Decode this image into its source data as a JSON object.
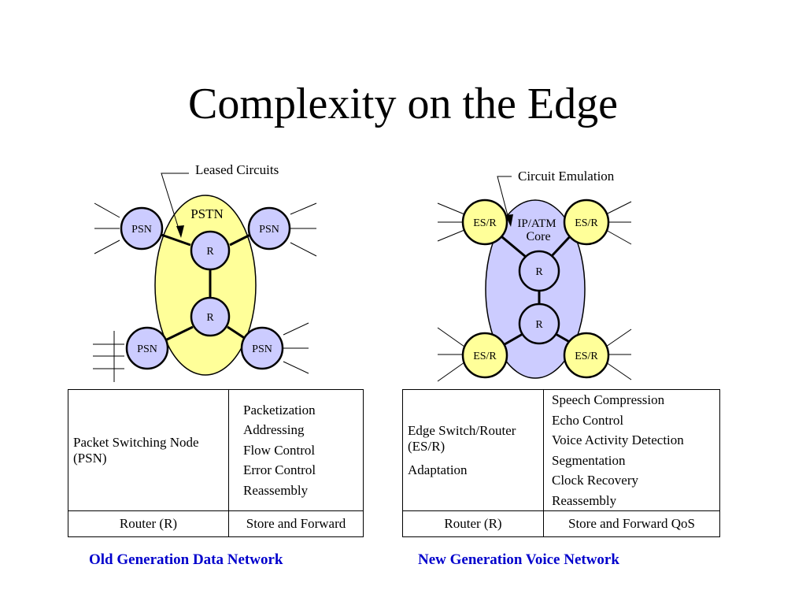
{
  "title": "Complexity on the Edge",
  "left_diagram": {
    "cloud_label": "PSTN",
    "callout": "Leased Circuits",
    "nodes": {
      "psn_tl": "PSN",
      "psn_tr": "PSN",
      "psn_bl": "PSN",
      "psn_br": "PSN",
      "r_top": "R",
      "r_bottom": "R"
    },
    "colors": {
      "cloud": "#ffff99",
      "node": "#ccccff"
    }
  },
  "right_diagram": {
    "cloud_label_1": "IP/ATM",
    "cloud_label_2": "Core",
    "callout": "Circuit Emulation",
    "nodes": {
      "es_tl": "ES/R",
      "es_tr": "ES/R",
      "es_bl": "ES/R",
      "es_br": "ES/R",
      "r_top": "R",
      "r_bottom": "R"
    },
    "colors": {
      "cloud": "#ccccff",
      "node": "#ffff99"
    }
  },
  "left_table": {
    "row1_left_1": "Packet Switching Node",
    "row1_left_2": "(PSN)",
    "row1_right": [
      "Packetization",
      "Addressing",
      "Flow Control",
      "Error Control",
      "Reassembly"
    ],
    "row2_left": "Router  (R)",
    "row2_right": "Store and Forward"
  },
  "right_table": {
    "row1_left_1": "Edge Switch/Router",
    "row1_left_2": "(ES/R)",
    "row1_left_3": "Adaptation",
    "row1_right": [
      "Speech Compression",
      "Echo Control",
      "Voice Activity Detection",
      "Segmentation",
      "Clock Recovery",
      "Reassembly"
    ],
    "row2_left": "Router  (R)",
    "row2_right": "Store and Forward QoS"
  },
  "captions": {
    "left": "Old Generation Data Network",
    "right": "New Generation Voice Network",
    "color": "#0000cc"
  }
}
